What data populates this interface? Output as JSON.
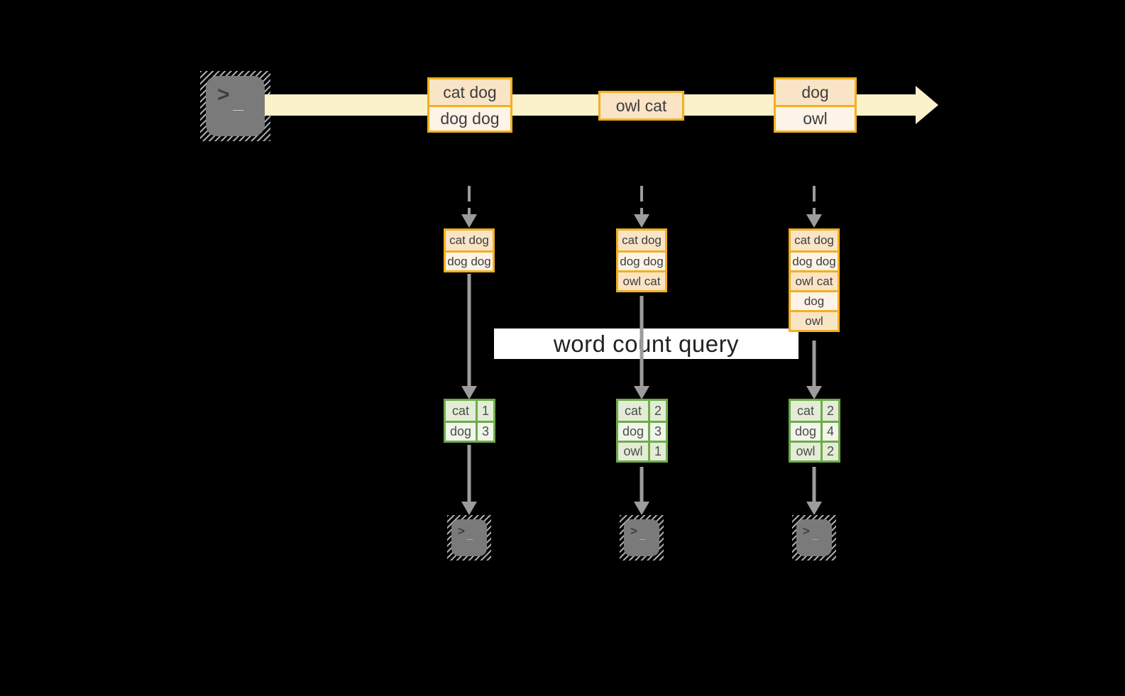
{
  "terminal": {
    "prompt": ">",
    "cursor": "_"
  },
  "timeline": {
    "boxes": [
      {
        "rows": [
          "cat dog",
          "dog dog"
        ]
      },
      {
        "rows": [
          "owl cat"
        ]
      },
      {
        "rows": [
          "dog",
          "owl"
        ]
      }
    ]
  },
  "query_banner": {
    "label": "word count query"
  },
  "columns": [
    {
      "stack_rows": [
        "cat dog",
        "dog dog"
      ],
      "table": [
        {
          "word": "cat",
          "count": "1"
        },
        {
          "word": "dog",
          "count": "3"
        }
      ]
    },
    {
      "stack_rows": [
        "cat dog",
        "dog dog",
        "owl cat"
      ],
      "table": [
        {
          "word": "cat",
          "count": "2"
        },
        {
          "word": "dog",
          "count": "3"
        },
        {
          "word": "owl",
          "count": "1"
        }
      ]
    },
    {
      "stack_rows": [
        "cat dog",
        "dog dog",
        "owl cat",
        "dog",
        "owl"
      ],
      "table": [
        {
          "word": "cat",
          "count": "2"
        },
        {
          "word": "dog",
          "count": "4"
        },
        {
          "word": "owl",
          "count": "2"
        }
      ]
    }
  ],
  "colors": {
    "background": "#000000",
    "stream_arrow": "#FBF1CB",
    "event_border": "#F2B01E",
    "event_fill_dark": "#FAE4C6",
    "event_fill_light": "#FDF3E6",
    "table_border": "#6FAB4C",
    "table_fill_dark": "#E3EDD6",
    "table_fill_light": "#F1F6EB",
    "arrow_gray": "#9C9C9C",
    "terminal_gray": "#7A7A7A",
    "banner_bg": "#FFFFFF",
    "banner_text": "#222222"
  }
}
